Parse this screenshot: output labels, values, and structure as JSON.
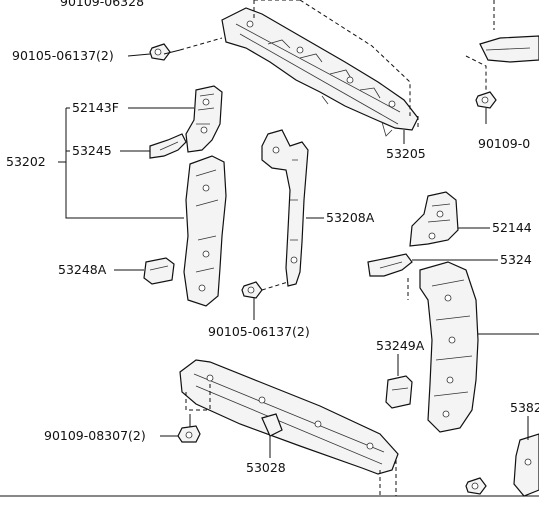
{
  "labels": {
    "top_partial": "90109-06328",
    "bolt_top": "90105-06137(2)",
    "p52143F": "52143F",
    "p53245": "53245",
    "p53202": "53202",
    "p53205": "53205",
    "p90109_right": "90109-0",
    "p53208A": "53208A",
    "p52144": "52144",
    "p5324_right": "5324",
    "p53248A": "53248A",
    "bolt_mid": "90105-06137(2)",
    "p53249A": "53249A",
    "p90109_08307": "90109-08307(2)",
    "p53028": "53028",
    "p5382": "5382"
  }
}
